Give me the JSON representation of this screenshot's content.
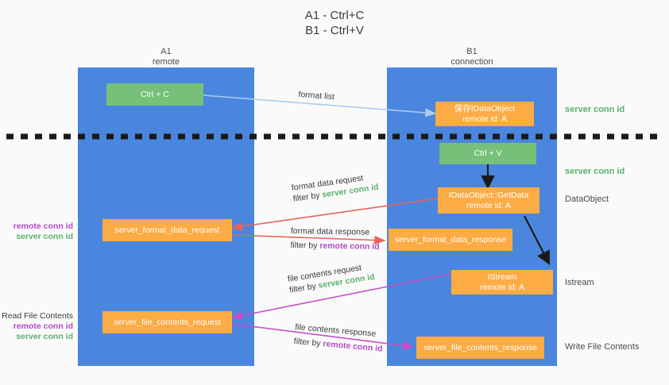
{
  "title": {
    "line1": "A1 - Ctrl+C",
    "line2": "B1 - Ctrl+V"
  },
  "columns": [
    {
      "name": "A1",
      "sub": "remote"
    },
    {
      "name": "B1",
      "sub": "connection"
    }
  ],
  "boxes": {
    "ctrl_c": "Ctrl + C",
    "save_idataobject_l1": "保存IDataObject",
    "save_idataobject_l2": "remote id: A",
    "ctrl_v": "Ctrl + V",
    "getdata_l1": "IDataObject::GetData",
    "getdata_l2": "remote id: A",
    "server_format_data_request": "server_format_data_request",
    "server_format_data_response": "server_format_data_response",
    "istream_l1": "IStream",
    "istream_l2": "remote id: A",
    "server_file_contents_request": "server_file_contents_request",
    "server_file_contents_response": "server_file_contents_response"
  },
  "right_annotations": {
    "server_conn_id_1": "server conn id",
    "server_conn_id_2": "server conn id",
    "dataobject": "DataObject",
    "istream": "Istream",
    "write_file_contents": "Write File Contents"
  },
  "left_annotations": {
    "group1": {
      "remote": "remote conn id",
      "server": "server conn id"
    },
    "group2": {
      "title": "Read File Contents",
      "remote": "remote conn id",
      "server": "server conn id"
    }
  },
  "edge_labels": {
    "format_list": "format list",
    "format_data_request": "format data request",
    "format_data_request_filter_prefix": "filter by ",
    "format_data_request_filter_value": "server conn id",
    "format_data_response": "format data response",
    "format_data_response_filter_prefix": "filter by ",
    "format_data_response_filter_value": "remote conn id",
    "file_contents_request": "file contents request",
    "file_contents_request_filter_prefix": "filter by ",
    "file_contents_request_filter_value": "server conn id",
    "file_contents_response": "file contents response",
    "file_contents_response_filter_prefix": "filter by ",
    "file_contents_response_filter_value": "remote conn id"
  },
  "colors": {
    "lane": "#4a86de",
    "green_box": "#76c07a",
    "orange_box": "#fcab45",
    "arrow_light_blue": "#a8cdf0",
    "arrow_red": "#e8625c",
    "arrow_magenta": "#c64fc8",
    "arrow_black": "#1a1a1a",
    "text_green": "#5db06a",
    "text_purple": "#b34bc9",
    "background": "#fafafa"
  }
}
